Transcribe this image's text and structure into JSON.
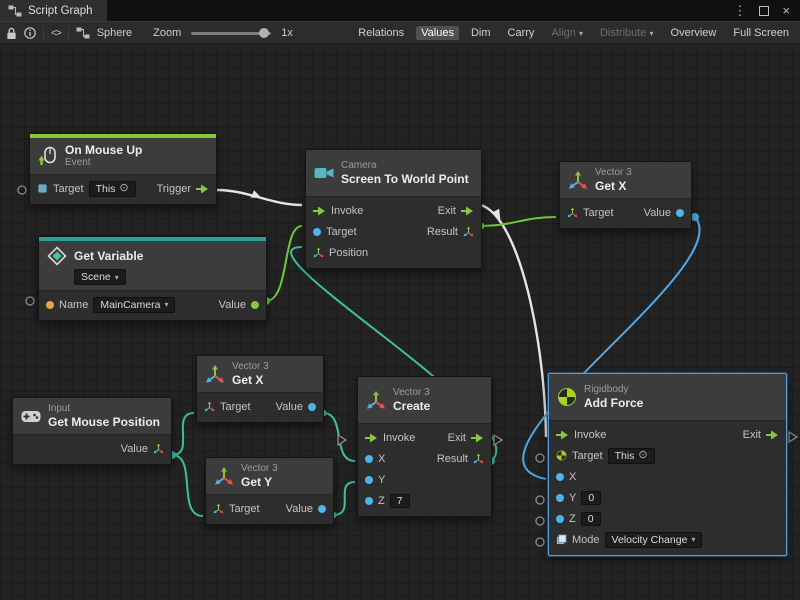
{
  "window": {
    "tab": "Script Graph",
    "kebab": "⋮",
    "close": "×"
  },
  "toolbar": {
    "code": "<>",
    "graph": "Sphere",
    "zoom": "Zoom",
    "zoom_value": "1x",
    "relations": "Relations",
    "values": "Values",
    "dim": "Dim",
    "carry": "Carry",
    "align": "Align",
    "distribute": "Distribute",
    "overview": "Overview",
    "fullscreen": "Full Screen"
  },
  "icons": {
    "dropdown": "▾",
    "target": "⊙"
  },
  "colors": {
    "accent_green": "#8CC63F",
    "accent_teal": "#2AA198",
    "selection_blue": "#4F9FE0",
    "wire_flow": "#E6E6E6",
    "wire_green": "#6FC83C",
    "wire_teal": "#3FBF9F",
    "wire_blue": "#4FA8E8",
    "port_green": "#8CC63F",
    "port_blue": "#4EB3E8",
    "marker_stroke": "#909090",
    "marker_fill": "#1F1F1F"
  },
  "nodes": {
    "on_mouse_up": {
      "title": "On Mouse Up",
      "subtitle": "Event",
      "target": "Target",
      "target_value": "This",
      "trigger": "Trigger"
    },
    "get_variable": {
      "title": "Get Variable",
      "scope": "Scene",
      "name": "Name",
      "name_value": "MainCamera",
      "value": "Value"
    },
    "camera": {
      "category": "Camera",
      "title": "Screen To World Point",
      "invoke": "Invoke",
      "exit": "Exit",
      "target": "Target",
      "result": "Result",
      "position": "Position"
    },
    "get_x_top": {
      "category": "Vector 3",
      "title": "Get X",
      "target": "Target",
      "value": "Value"
    },
    "get_x_mid": {
      "category": "Vector 3",
      "title": "Get X",
      "target": "Target",
      "value": "Value"
    },
    "get_y": {
      "category": "Vector 3",
      "title": "Get Y",
      "target": "Target",
      "value": "Value"
    },
    "get_mouse": {
      "category": "Input",
      "title": "Get Mouse Position",
      "value": "Value"
    },
    "create": {
      "category": "Vector 3",
      "title": "Create",
      "invoke": "Invoke",
      "exit": "Exit",
      "x": "X",
      "result": "Result",
      "y": "Y",
      "z": "Z",
      "z_value": "7"
    },
    "add_force": {
      "category": "Rigidbody",
      "title": "Add Force",
      "invoke": "Invoke",
      "exit": "Exit",
      "target": "Target",
      "target_value": "This",
      "x": "X",
      "y": "Y",
      "y_value": "0",
      "z": "Z",
      "z_value": "0",
      "mode": "Mode",
      "mode_value": "Velocity Change"
    }
  }
}
